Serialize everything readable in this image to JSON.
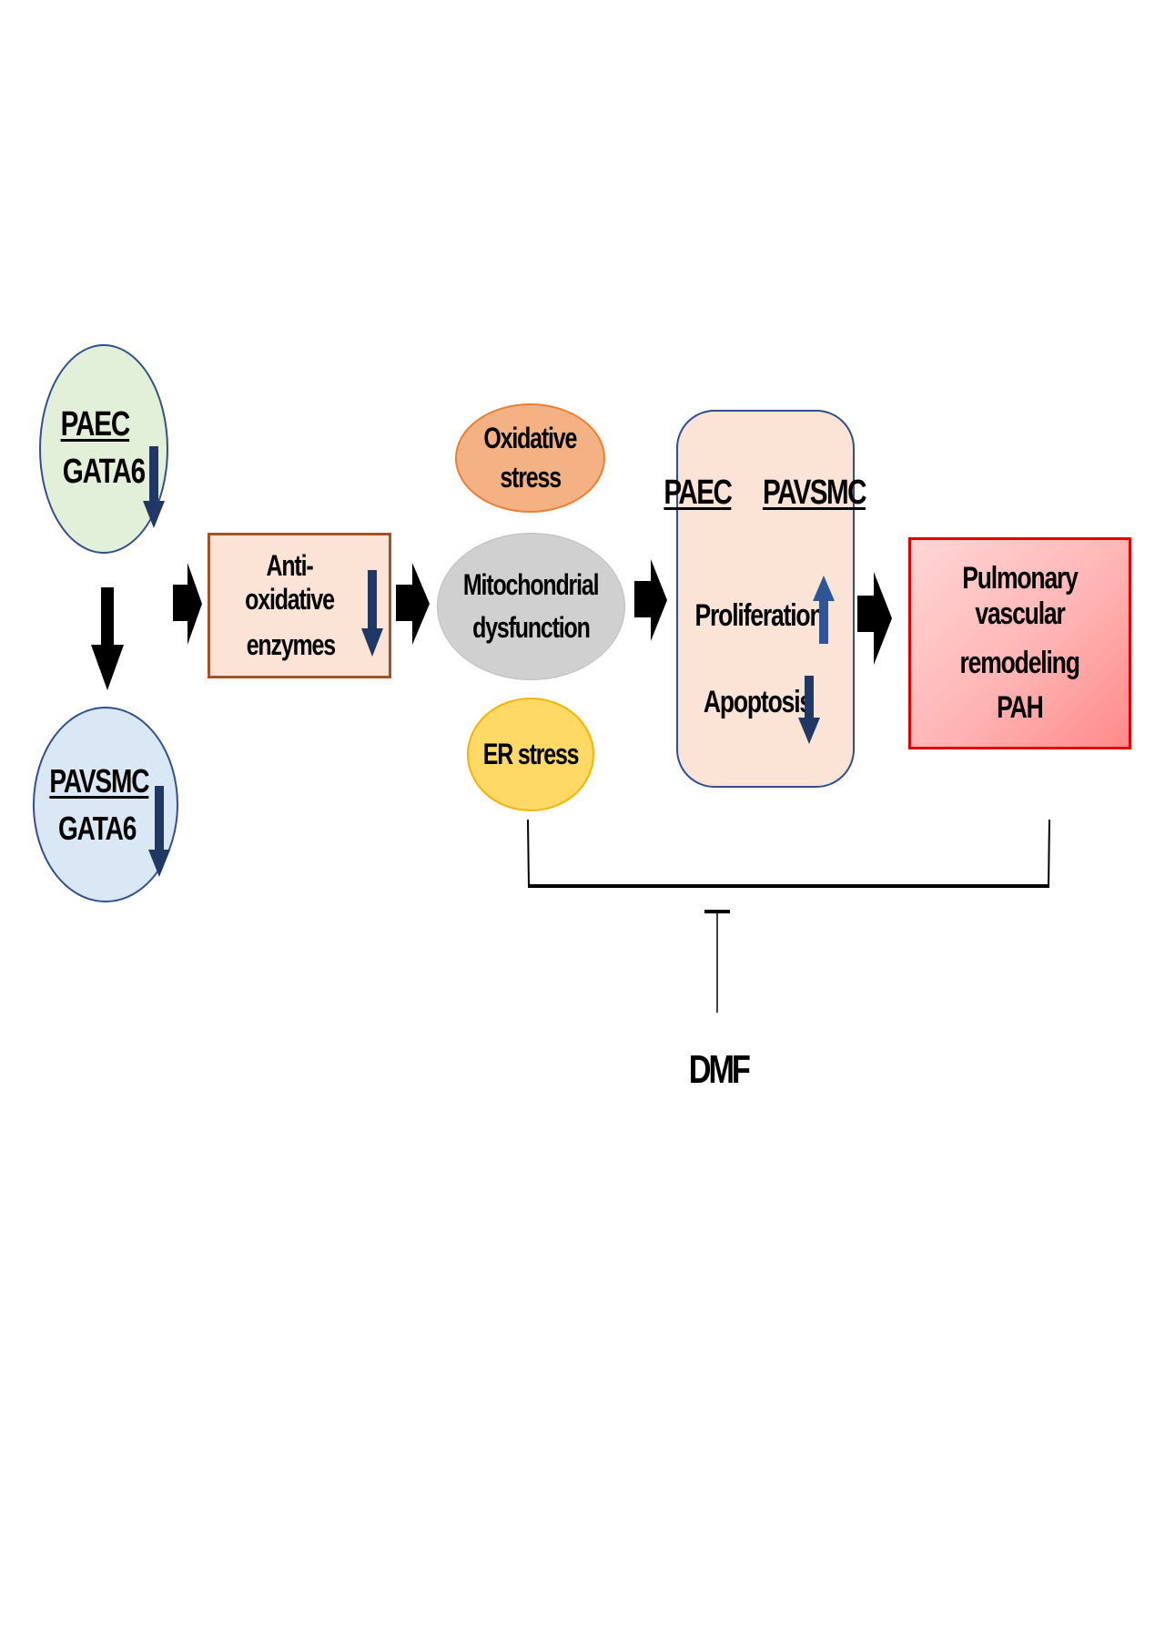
{
  "diagram": {
    "paec_gata6": {
      "cell": "PAEC",
      "gene": "GATA6",
      "direction": "down"
    },
    "pavsmc_gata6": {
      "cell": "PAVSMC",
      "gene": "GATA6",
      "direction": "down"
    },
    "antioxidative": {
      "line1": "Anti-oxidative",
      "line2": "enzymes",
      "direction": "down"
    },
    "oxidative_stress": {
      "line1": "Oxidative",
      "line2": "stress"
    },
    "mitochondrial": {
      "line1": "Mitochondrial",
      "line2": "dysfunction"
    },
    "er_stress": {
      "label": "ER stress"
    },
    "cell_box": {
      "header1": "PAEC",
      "header2": "PAVSMC",
      "proliferation": "Proliferation",
      "proliferation_direction": "up",
      "apoptosis": "Apoptosis",
      "apoptosis_direction": "down"
    },
    "outcome": {
      "line1": "Pulmonary vascular",
      "line2": "remodeling",
      "line3": "PAH"
    },
    "inhibitor": {
      "label": "DMF",
      "relation": "inhibits"
    },
    "colors": {
      "paec_fill": "#e2efd9",
      "pavsmc_fill": "#dae7f5",
      "node_border": "#2f4f8f",
      "antiox_fill": "#fbe3d6",
      "antiox_border": "#a0522d",
      "oxidative_fill": "#f4b183",
      "oxidative_border": "#ed7d31",
      "mito_fill": "#d0d0d0",
      "er_fill": "#ffd966",
      "er_border": "#f4b400",
      "cellbox_fill": "#fbe3d6",
      "outcome_fill_start": "#ffd6d6",
      "outcome_fill_end": "#ff8a8a",
      "outcome_border": "#e00000",
      "indicator_arrow": "#1f3864"
    }
  }
}
